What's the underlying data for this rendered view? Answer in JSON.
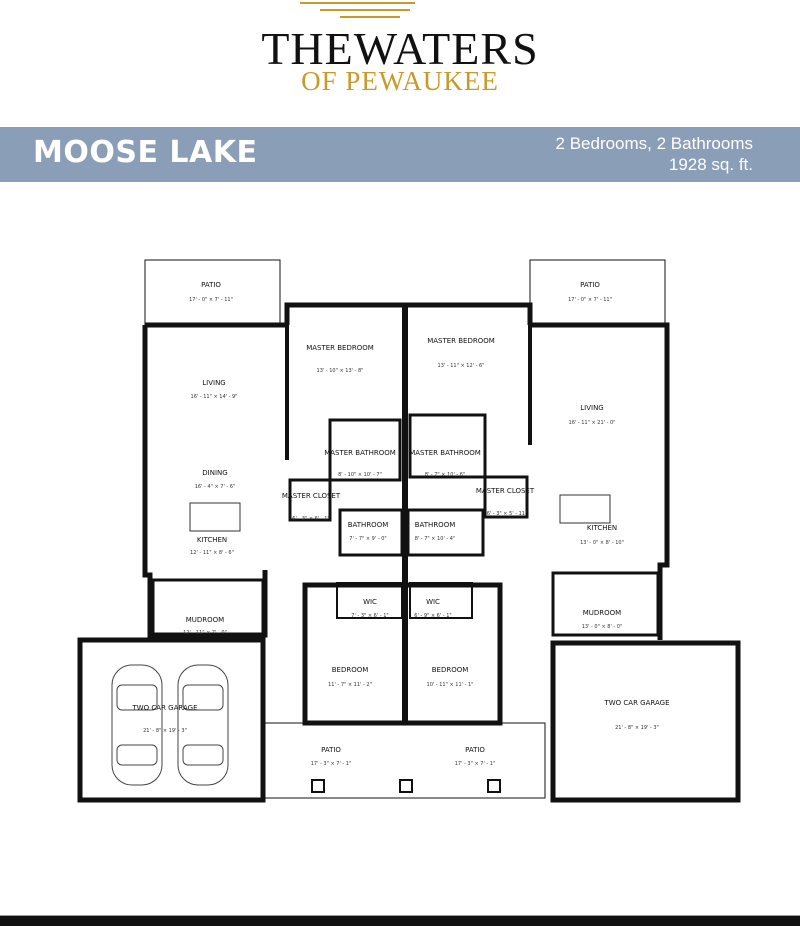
{
  "logo": {
    "title": "THEWATERS",
    "subtitle": "OF PEWAUKEE",
    "accent_color": "#c79a2a"
  },
  "banner": {
    "title": "MOOSE LAKE",
    "rooms": "2 Bedrooms, 2 Bathrooms",
    "sqft": "1928 sq. ft.",
    "background_color": "#8a9eb8"
  },
  "floorplan": {
    "rooms": [
      {
        "name": "PATIO",
        "dims": "17' - 0\"  ×  7' - 11\""
      },
      {
        "name": "PATIO",
        "dims": "17' - 0\"  ×  7' - 11\""
      },
      {
        "name": "LIVING",
        "dims": "16' - 11\"  ×  14' - 9\""
      },
      {
        "name": "DINING",
        "dims": "16' - 4\"  ×  7' - 6\""
      },
      {
        "name": "KITCHEN",
        "dims": "12' - 11\"  ×  8' - 6\""
      },
      {
        "name": "MUDROOM",
        "dims": "12' - 11\"  ×  7' - 0\""
      },
      {
        "name": "TWO CAR GARAGE",
        "dims": "21' - 8\"  ×  19' - 3\""
      },
      {
        "name": "MASTER BEDROOM",
        "dims": "13' - 10\"  ×  13' - 8\""
      },
      {
        "name": "MASTER BEDROOM",
        "dims": "13' - 11\"  ×  12' - 6\""
      },
      {
        "name": "MASTER BATHROOM",
        "dims": "8' - 10\"  ×  10' - 7\""
      },
      {
        "name": "MASTER BATHROOM",
        "dims": "8' - 7\"  ×  10' - 6\""
      },
      {
        "name": "MASTER CLOSET",
        "dims": "6' - 3\"  ×  6' - 1\""
      },
      {
        "name": "MASTER CLOSET",
        "dims": "6' - 3\"  ×  5' - 11\""
      },
      {
        "name": "BATHROOM",
        "dims": "7' - 7\"  ×  9' - 0\""
      },
      {
        "name": "BATHROOM",
        "dims": "8' - 7\"  ×  10' - 4\""
      },
      {
        "name": "WIC",
        "dims": "7' - 3\"  ×  6' - 1\""
      },
      {
        "name": "WIC",
        "dims": "6' - 9\"  ×  6' - 1\""
      },
      {
        "name": "BEDROOM",
        "dims": "11' - 7\"  ×  11' - 2\""
      },
      {
        "name": "BEDROOM",
        "dims": "10' - 11\"  ×  11' - 1\""
      },
      {
        "name": "PATIO",
        "dims": "17' - 3\"  ×  7' - 1\""
      },
      {
        "name": "PATIO",
        "dims": "17' - 3\"  ×  7' - 1\""
      },
      {
        "name": "LIVING",
        "dims": "16' - 11\"  ×  21' - 0\""
      },
      {
        "name": "KITCHEN",
        "dims": "13' - 0\"  ×  8' - 10\""
      },
      {
        "name": "MUDROOM",
        "dims": "13' - 0\"  ×  8' - 0\""
      },
      {
        "name": "TWO CAR GARAGE",
        "dims": "21' - 8\"  ×  19' - 3\""
      }
    ]
  }
}
